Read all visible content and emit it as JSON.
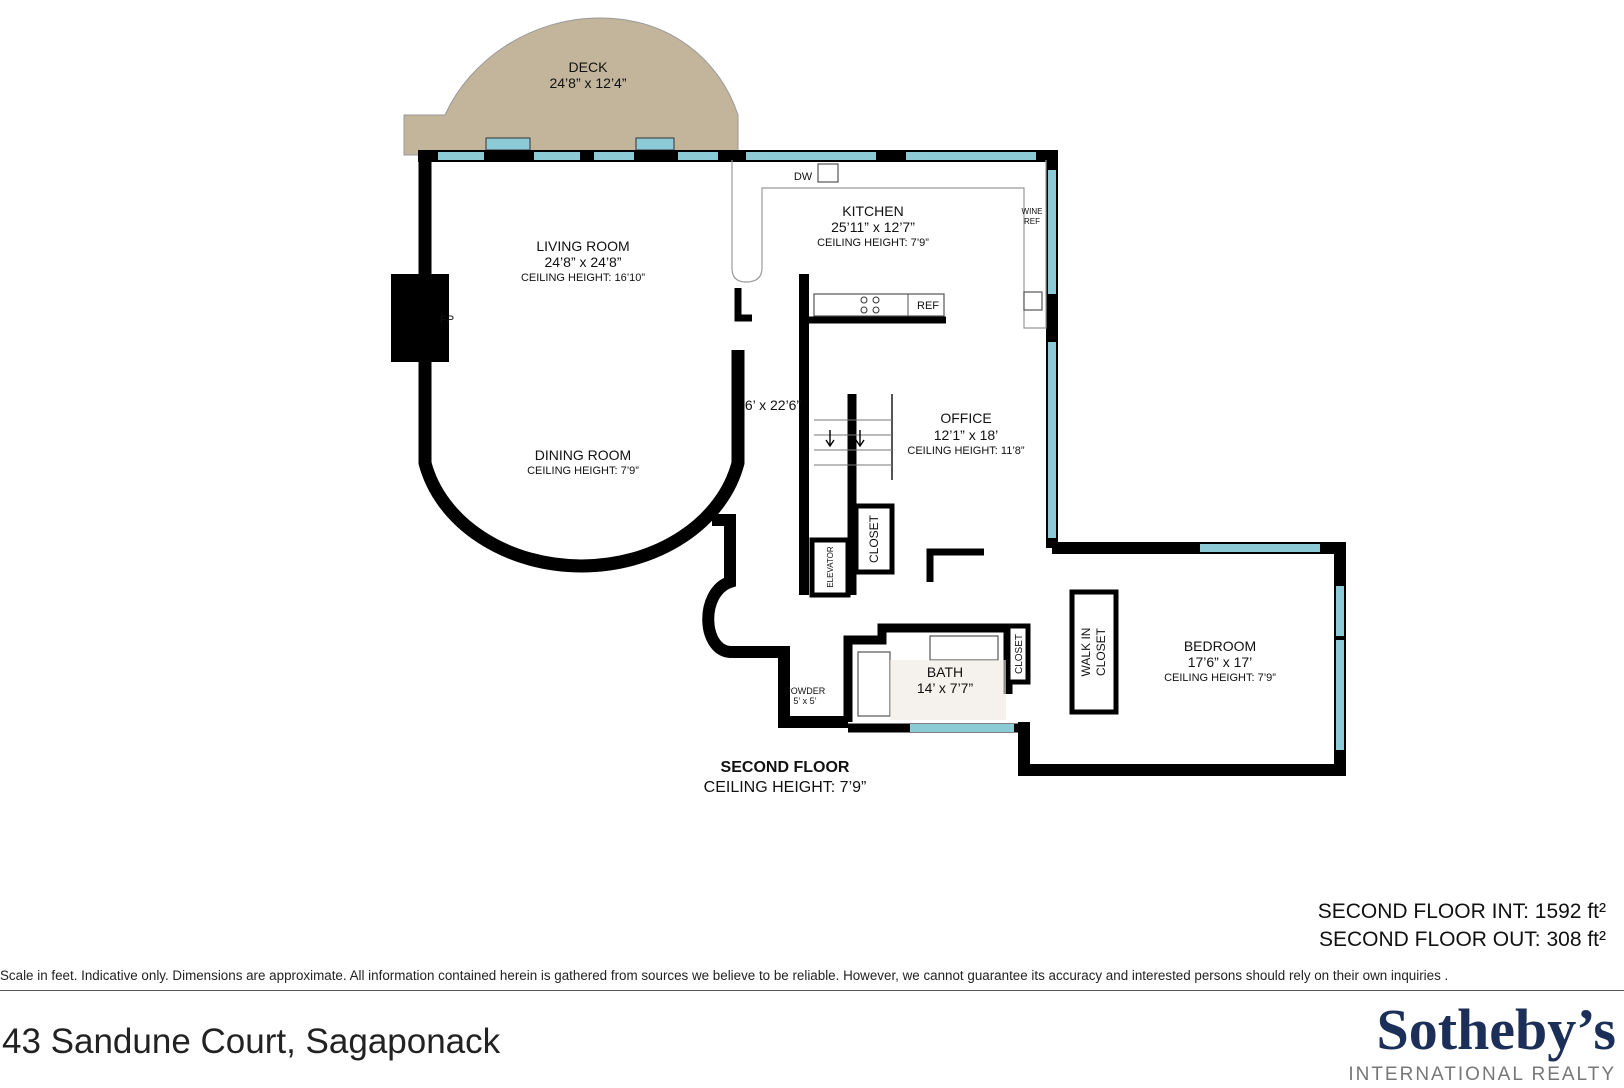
{
  "rooms": {
    "deck": {
      "name": "DECK",
      "dims": "24’8” x 12’4”"
    },
    "living": {
      "name": "LIVING ROOM",
      "dims": "24’8” x 24’8”",
      "ceiling": "CEILING HEIGHT: 16’10”"
    },
    "fp": {
      "name": "FP"
    },
    "dining": {
      "name": "DINING ROOM",
      "ceiling": "CEILING HEIGHT: 7’9”"
    },
    "hall": {
      "dims": "6’ x 22’6”"
    },
    "kitchen": {
      "name": "KITCHEN",
      "dims": "25’11” x 12’7”",
      "ceiling": "CEILING HEIGHT: 7’9”"
    },
    "dw": {
      "name": "DW"
    },
    "ref": {
      "name": "REF"
    },
    "wine_ref": {
      "line1": "WINE",
      "line2": "REF"
    },
    "office": {
      "name": "OFFICE",
      "dims": "12’1” x 18’",
      "ceiling": "CEILING HEIGHT: 11’8”"
    },
    "closet_office": {
      "name": "CLOSET"
    },
    "elevator": {
      "name": "ELEVATOR"
    },
    "bath": {
      "name": "BATH",
      "dims": "14’ x 7’7”"
    },
    "closet_bath": {
      "name": "CLOSET"
    },
    "powder": {
      "name": "POWDER",
      "dims": "5’ x 5’"
    },
    "walkin": {
      "line1": "WALK IN",
      "line2": "CLOSET"
    },
    "bedroom": {
      "name": "BEDROOM",
      "dims": "17’6” x 17’",
      "ceiling": "CEILING HEIGHT: 7’9”"
    }
  },
  "floor": {
    "title": "SECOND FLOOR",
    "ceiling": "CEILING HEIGHT: 7’9”"
  },
  "areas": {
    "interior": "SECOND FLOOR INT: 1592 ft²",
    "exterior": "SECOND FLOOR OUT: 308 ft²"
  },
  "disclaimer": "Scale in feet. Indicative only. Dimensions are approximate. All information contained herein is gathered from sources we believe to be reliable. However, we cannot guarantee its accuracy and interested persons should rely on their own inquiries .",
  "address": "43 Sandune Court, Sagaponack",
  "brand": {
    "name": "Sotheby’s",
    "sub": "INTERNATIONAL REALTY"
  },
  "colors": {
    "wall": "#000000",
    "window": "#8ccbd6",
    "deck": "#c2b59b"
  }
}
